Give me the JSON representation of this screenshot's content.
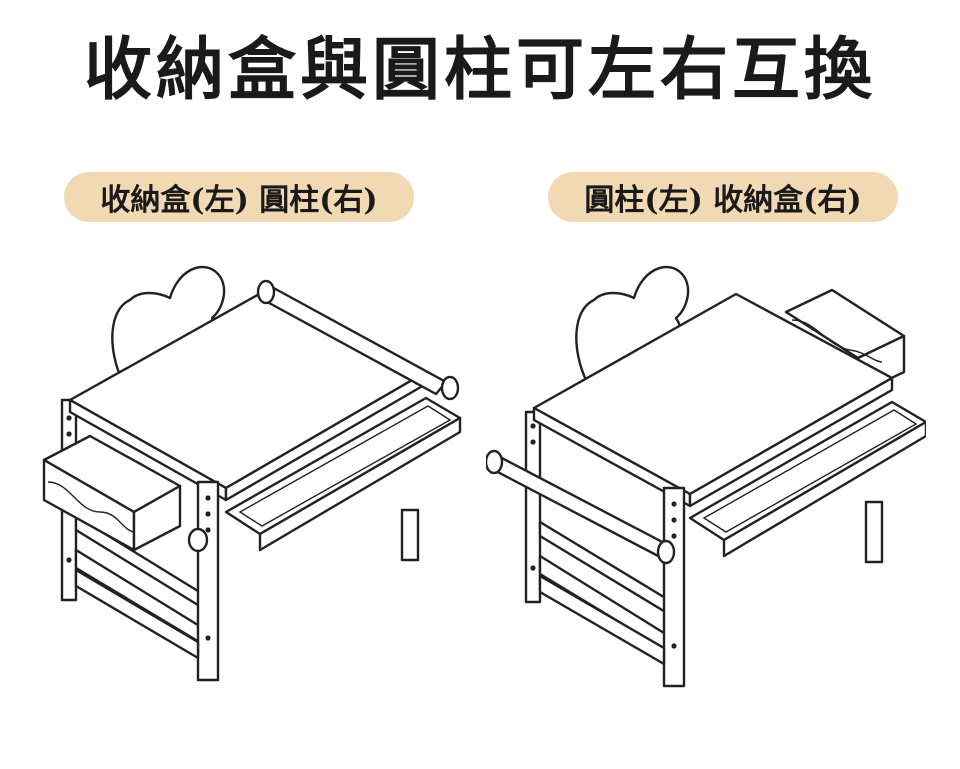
{
  "title": "收納盒與圓柱可左右互換",
  "configurations": [
    {
      "label": "收納盒(左)  圓柱(右)"
    },
    {
      "label": "圓柱(左)  收納盒(右)"
    }
  ]
}
